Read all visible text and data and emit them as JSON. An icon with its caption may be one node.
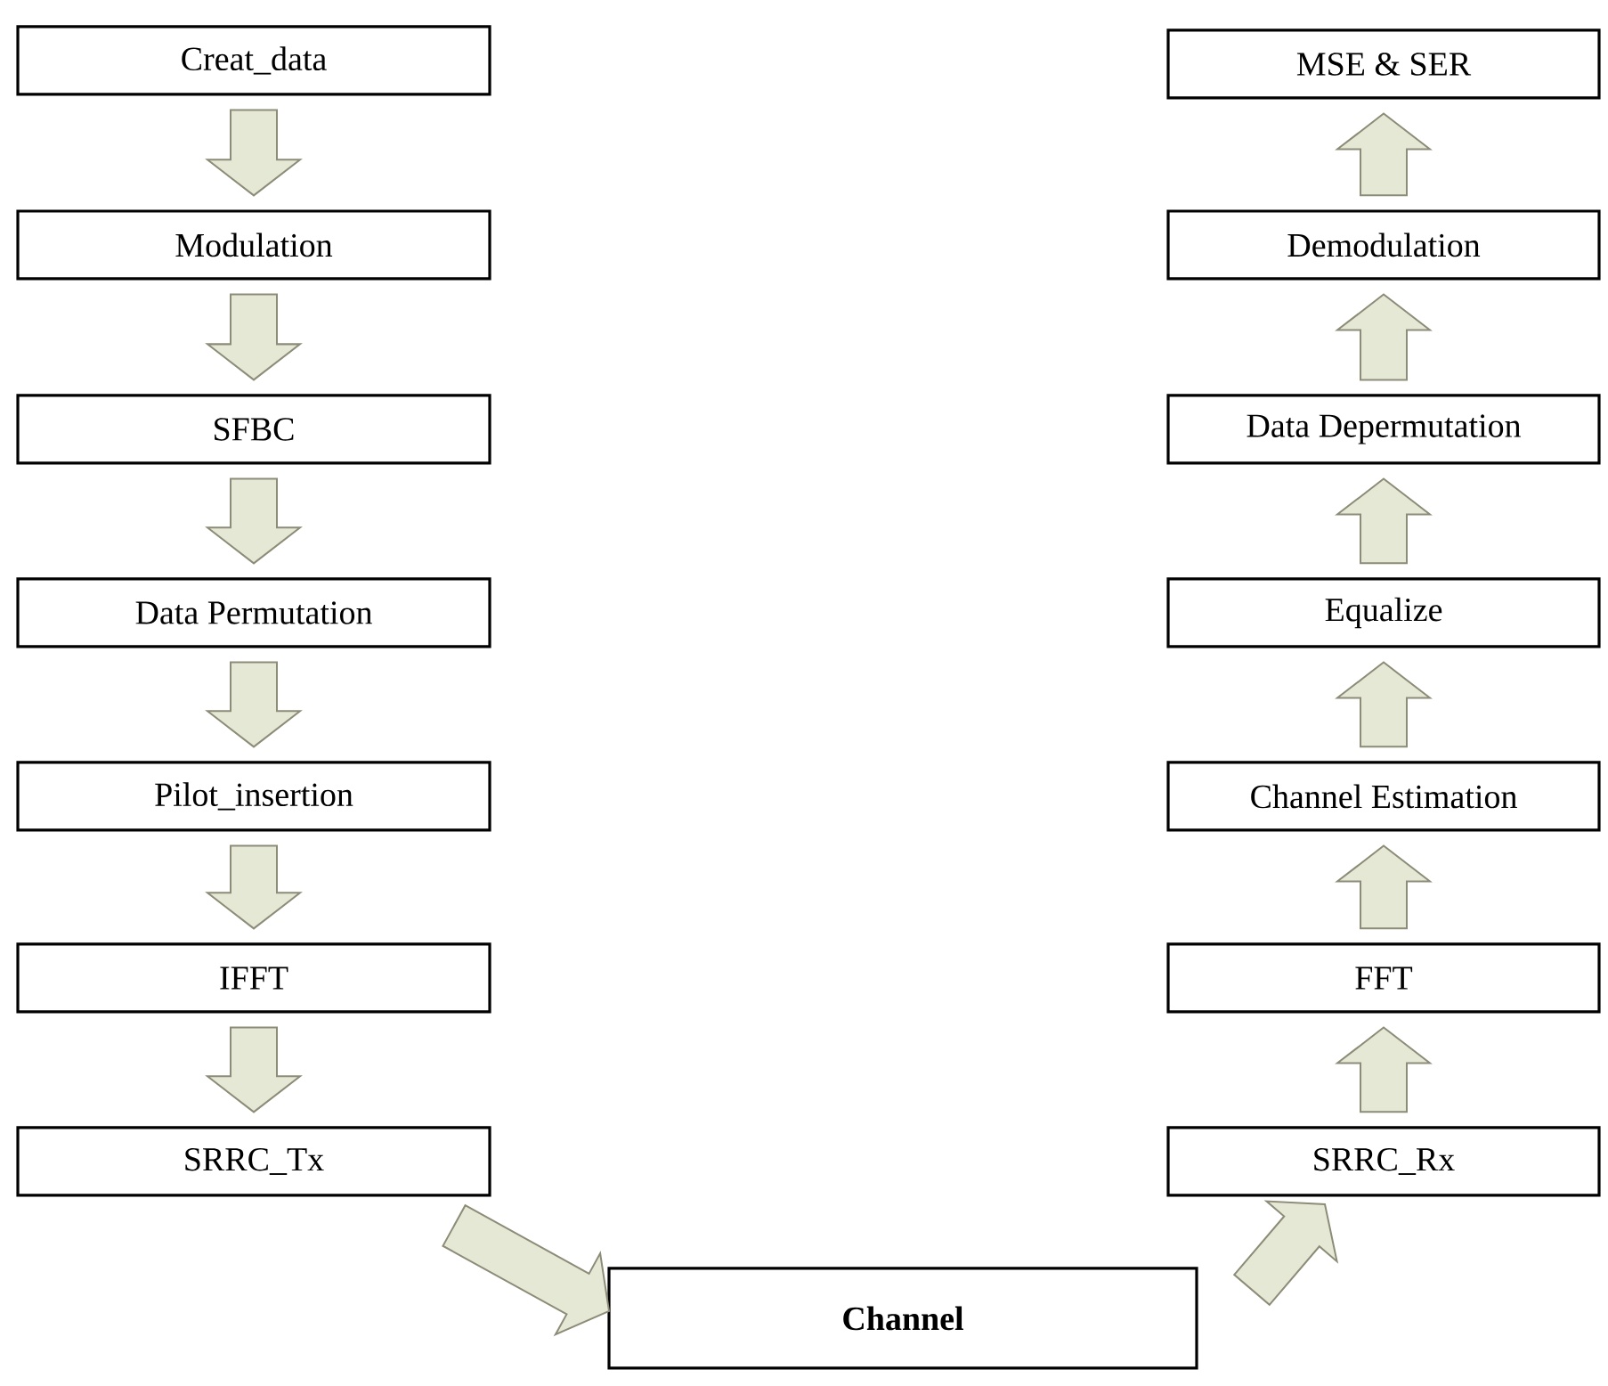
{
  "diagram": {
    "nodes": [
      {
        "text": [
          "Creat_data"
        ]
      },
      {
        "text": [
          "Modulation"
        ]
      },
      {
        "text": [
          "SFBC"
        ]
      },
      {
        "text": [
          "Data Permutation"
        ]
      },
      {
        "text": [
          "Pilot_insertion"
        ]
      },
      {
        "text": [
          "IFFT"
        ]
      },
      {
        "text": [
          "SRRC_Tx"
        ]
      },
      {
        "text": [
          "MSE & SER"
        ]
      },
      {
        "text": [
          "Demodulation"
        ]
      },
      {
        "text": [
          "Data Depermutation"
        ]
      },
      {
        "text": [
          "Equalize"
        ]
      },
      {
        "text": [
          "Channel Estimation"
        ]
      },
      {
        "text": [
          "FFT"
        ]
      },
      {
        "text": [
          "SRRC_Rx"
        ]
      },
      {
        "text": [
          "Channel"
        ]
      }
    ],
    "edges": [
      {
        "from": 0,
        "to": 1,
        "arrow": "to"
      },
      {
        "from": 1,
        "to": 2,
        "arrow": "to"
      },
      {
        "from": 2,
        "to": 3,
        "arrow": "to"
      },
      {
        "from": 3,
        "to": 4,
        "arrow": "to"
      },
      {
        "from": 4,
        "to": 5,
        "arrow": "to"
      },
      {
        "from": 5,
        "to": 6,
        "arrow": "to"
      },
      {
        "from": 6,
        "to": 14,
        "arrow": "to"
      },
      {
        "from": 14,
        "to": 13,
        "arrow": "to"
      },
      {
        "from": 13,
        "to": 12,
        "arrow": "to"
      },
      {
        "from": 12,
        "to": 11,
        "arrow": "to"
      },
      {
        "from": 11,
        "to": 10,
        "arrow": "to"
      },
      {
        "from": 10,
        "to": 9,
        "arrow": "to"
      },
      {
        "from": 9,
        "to": 8,
        "arrow": "to"
      },
      {
        "from": 8,
        "to": 7,
        "arrow": "to"
      }
    ]
  }
}
